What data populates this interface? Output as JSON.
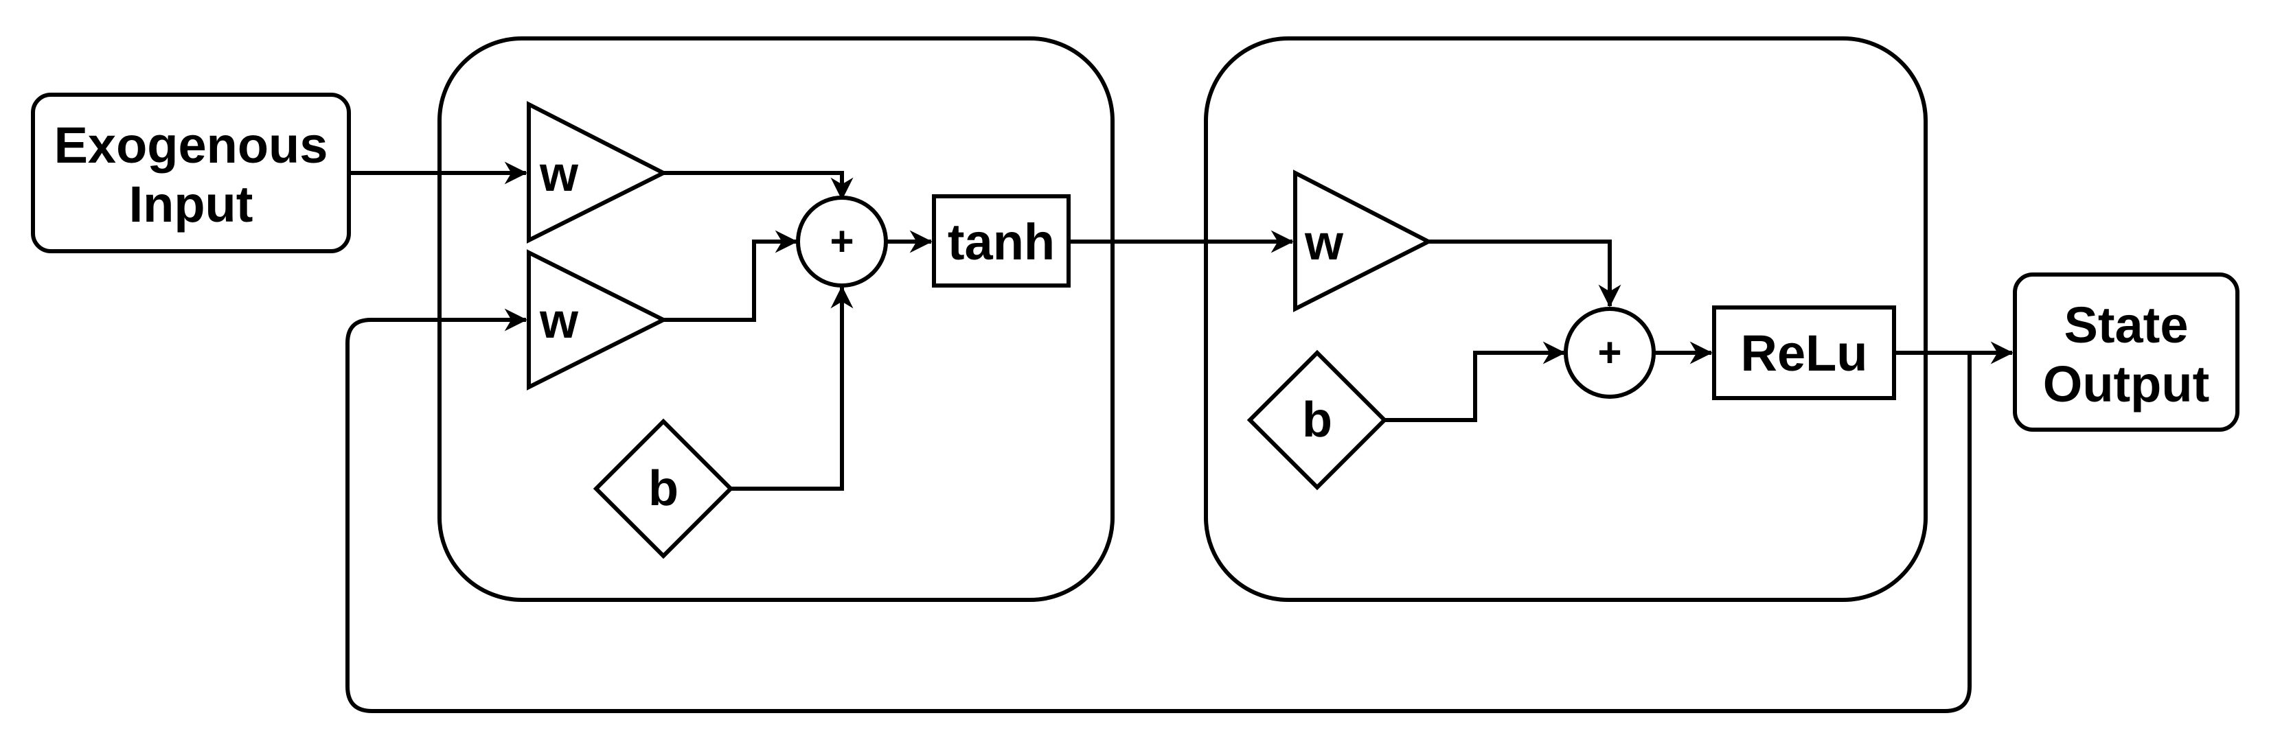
{
  "input": {
    "line1": "Exogenous",
    "line2": "Input"
  },
  "output": {
    "line1": "State",
    "line2": "Output"
  },
  "layer1": {
    "weight_top": "w",
    "weight_bottom": "w",
    "bias": "b",
    "sum": "+",
    "activation": "tanh"
  },
  "layer2": {
    "weight": "w",
    "bias": "b",
    "sum": "+",
    "activation": "ReLu"
  }
}
